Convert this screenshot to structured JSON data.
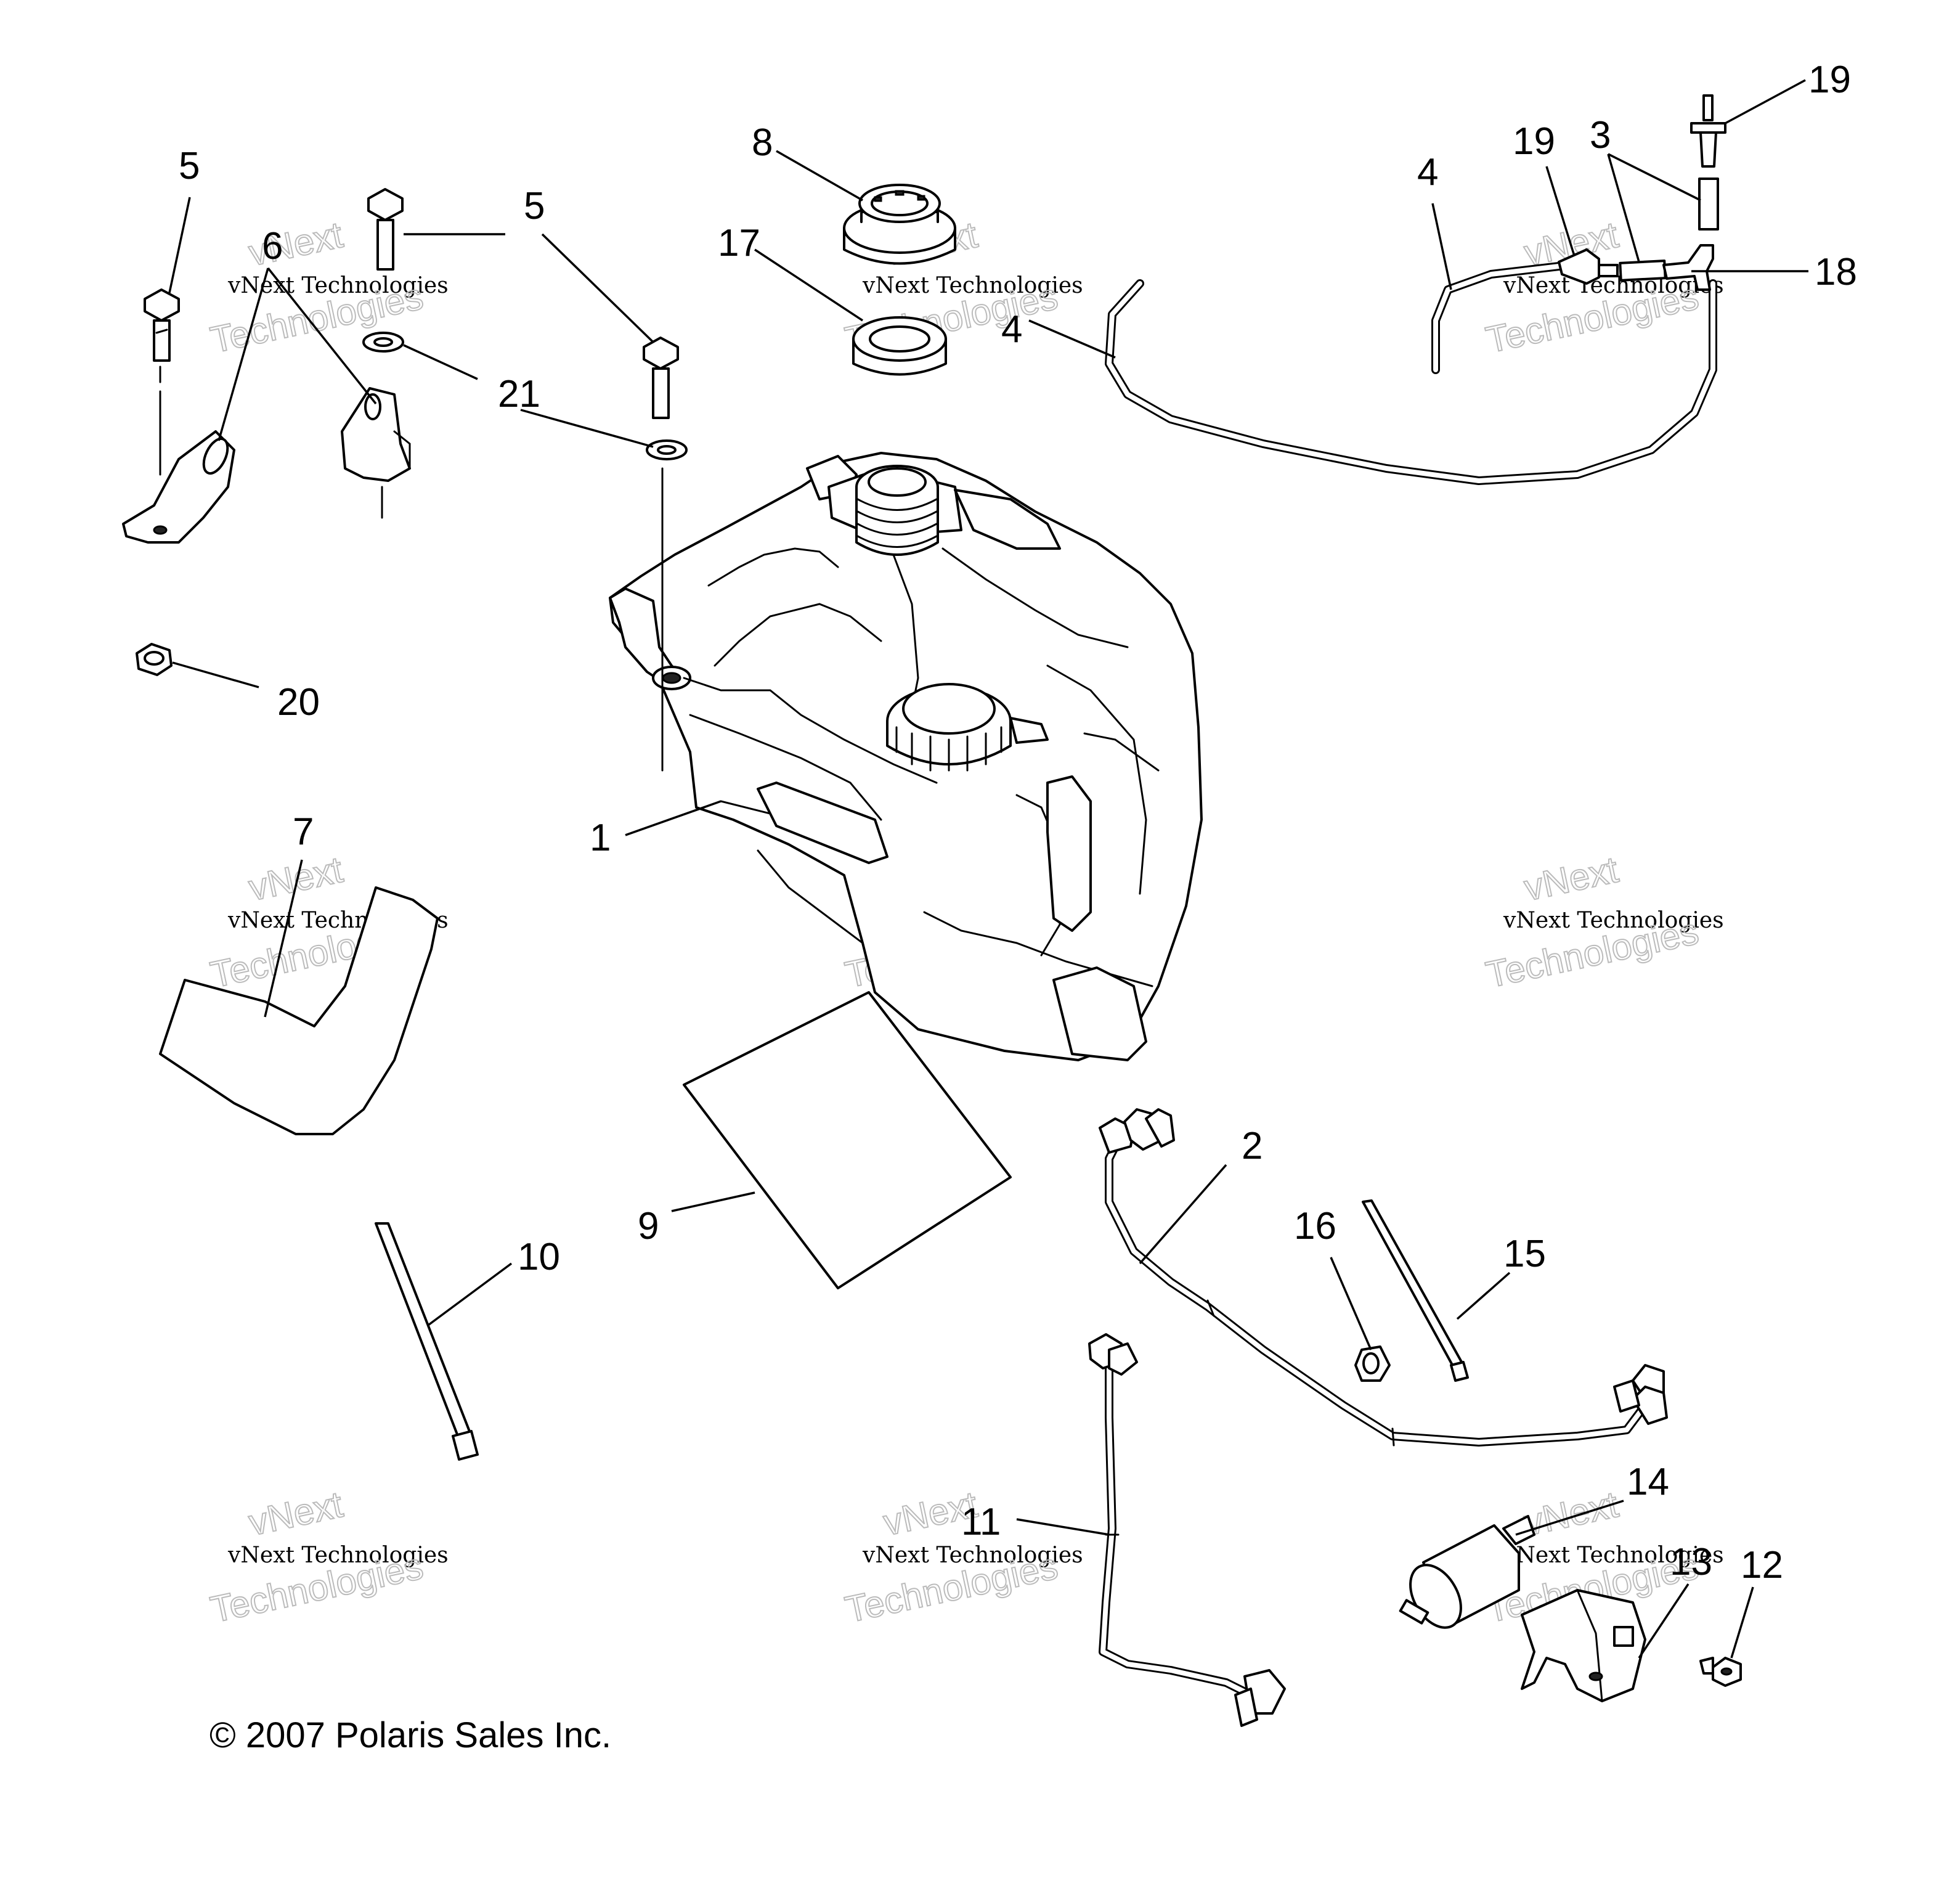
{
  "callouts": [
    "1",
    "2",
    "3",
    "4",
    "4",
    "5",
    "5",
    "6",
    "7",
    "8",
    "9",
    "10",
    "11",
    "12",
    "13",
    "14",
    "15",
    "16",
    "17",
    "18",
    "19",
    "19",
    "20",
    "21"
  ],
  "watermark": {
    "line1": "vNext Technologies",
    "line2": "vNext",
    "line3": "Technologies"
  },
  "copyright": "© 2007 Polaris Sales Inc.",
  "colors": {
    "ink": "#000000",
    "paper": "#ffffff",
    "watermark": "#bbbbbb"
  }
}
